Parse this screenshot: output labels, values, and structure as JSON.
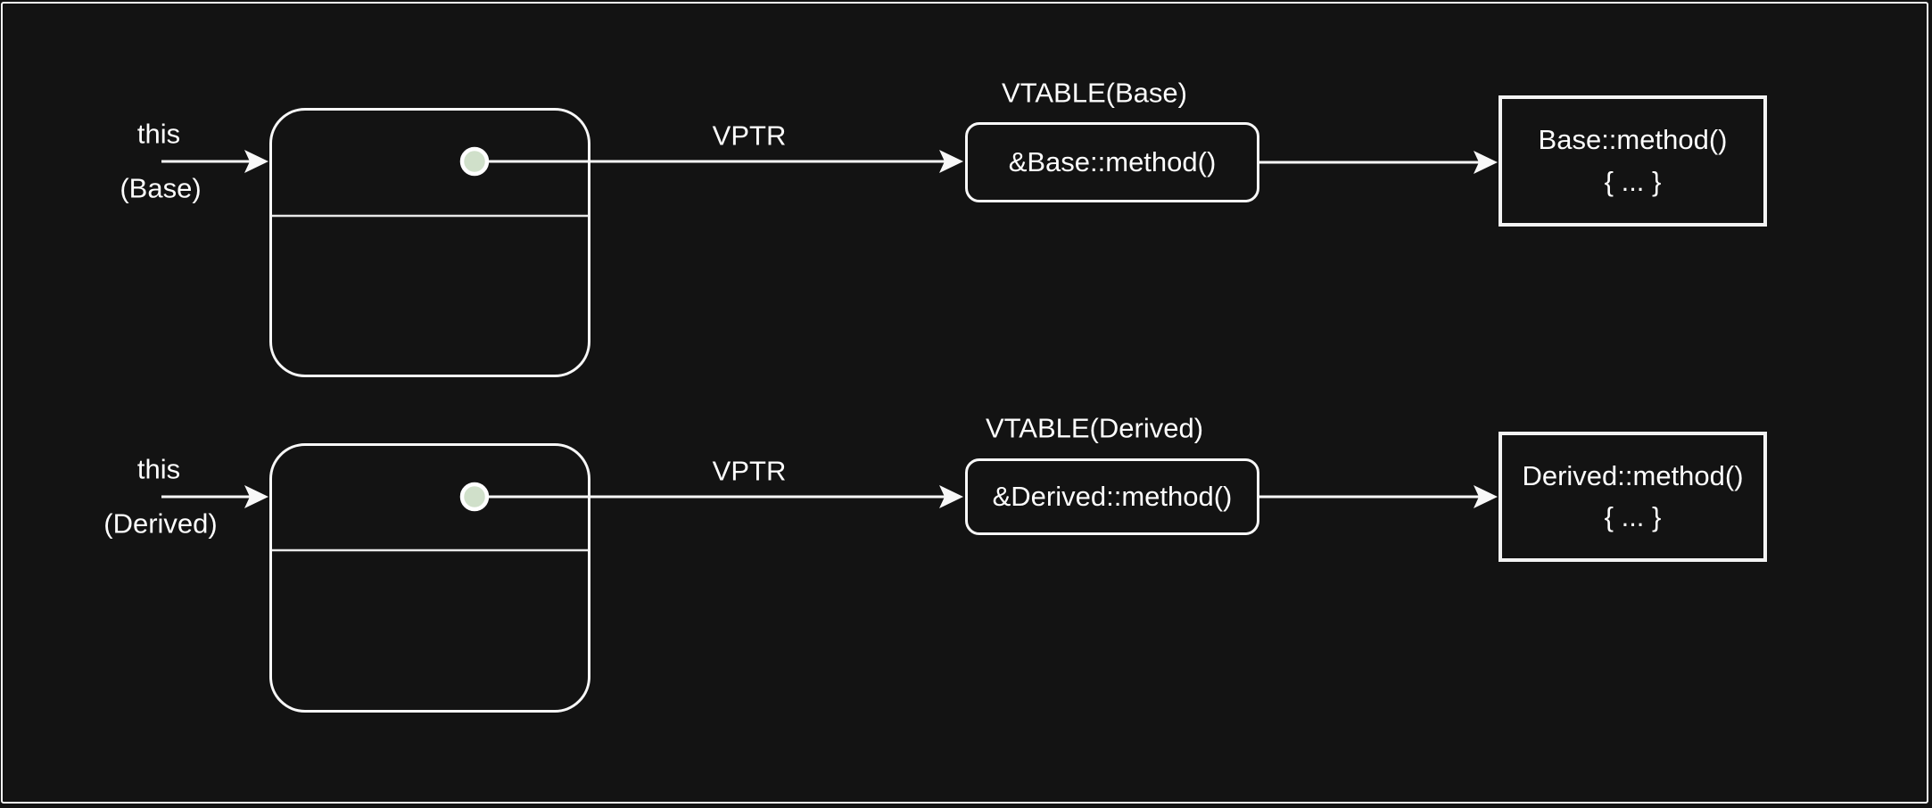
{
  "colors": {
    "background": "#131313",
    "stroke": "#ffffff",
    "dot_fill": "#d0e0ca",
    "divider": "#e8e8e8"
  },
  "rows": [
    {
      "id": "base",
      "this_label": "this",
      "cast_label": "(Base)",
      "vptr_label": "VPTR",
      "vtable_title": "VTABLE(Base)",
      "vtable_entry": "&Base::method()",
      "method_signature": "Base::method()",
      "method_body": "{ ... }"
    },
    {
      "id": "derived",
      "this_label": "this",
      "cast_label": "(Derived)",
      "vptr_label": "VPTR",
      "vtable_title": "VTABLE(Derived)",
      "vtable_entry": "&Derived::method()",
      "method_signature": "Derived::method()",
      "method_body": "{ ... }"
    }
  ]
}
